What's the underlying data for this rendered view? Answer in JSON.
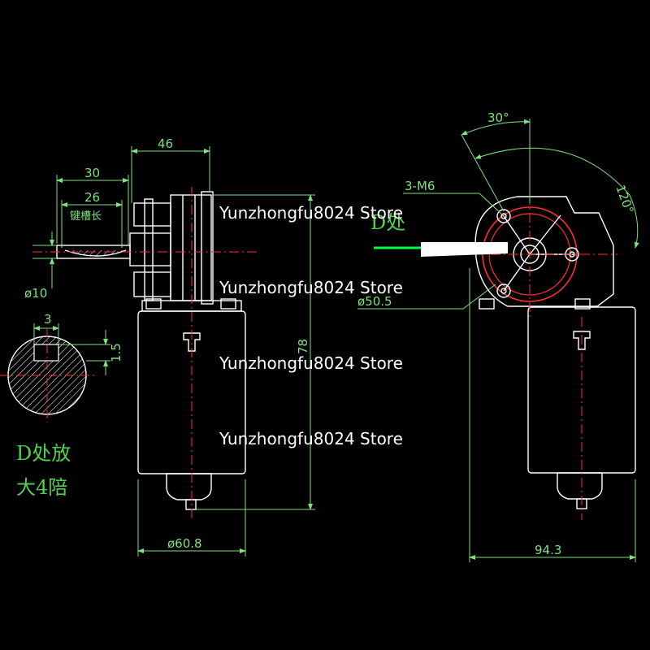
{
  "drawing": {
    "dimensions": {
      "body_width": "46",
      "shaft_length": "30",
      "keyway_length": "26",
      "keyway_label": "键槽长",
      "shaft_diameter": "ø10",
      "key_width": "3",
      "key_depth": "1.5",
      "motor_length": "78",
      "motor_diameter": "ø60.8",
      "angle_top": "30°",
      "angle_side": "120°",
      "thread": "3-M6",
      "bolt_circle": "ø50.5",
      "overall_width": "94.3"
    },
    "notes": {
      "detail_d": "D处",
      "magnify_line1": "D处放",
      "magnify_line2": "大4陪"
    },
    "colors": {
      "background": "#000000",
      "outline": "#ffffff",
      "dimension": "#7fe07f",
      "centerline": "#ff3030",
      "callout": "#00ff40"
    }
  },
  "watermarks": [
    "Yunzhongfu8024 Store",
    "Yunzhongfu8024 Store",
    "Yunzhongfu8024 Store",
    "Yunzhongfu8024 Store"
  ]
}
